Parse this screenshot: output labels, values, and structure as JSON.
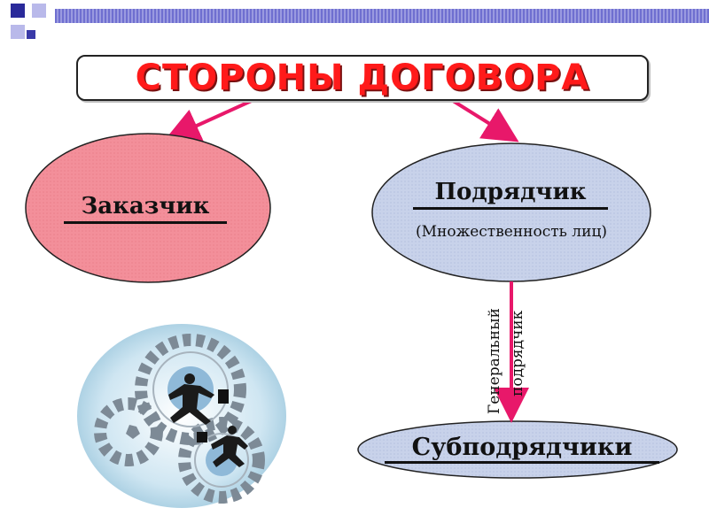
{
  "title": "СТОРОНЫ ДОГОВОРА",
  "customer": "Заказчик",
  "contractor": {
    "label": "Подрядчик",
    "note": "(Множественность лиц)"
  },
  "relation": {
    "line1": "Генеральный",
    "line2": "подрядчик"
  },
  "subcontractors": "Субподрядчики",
  "colors": {
    "title_red": "#ff1a1a",
    "arrow_pink": "#e8186a",
    "customer_fill": "#f38f9a",
    "contractor_fill": "#c8d2ea",
    "accent_blue": "#2a2a9a"
  },
  "icons": [
    "gears-clipart-icon",
    "businessman-running-icon"
  ]
}
